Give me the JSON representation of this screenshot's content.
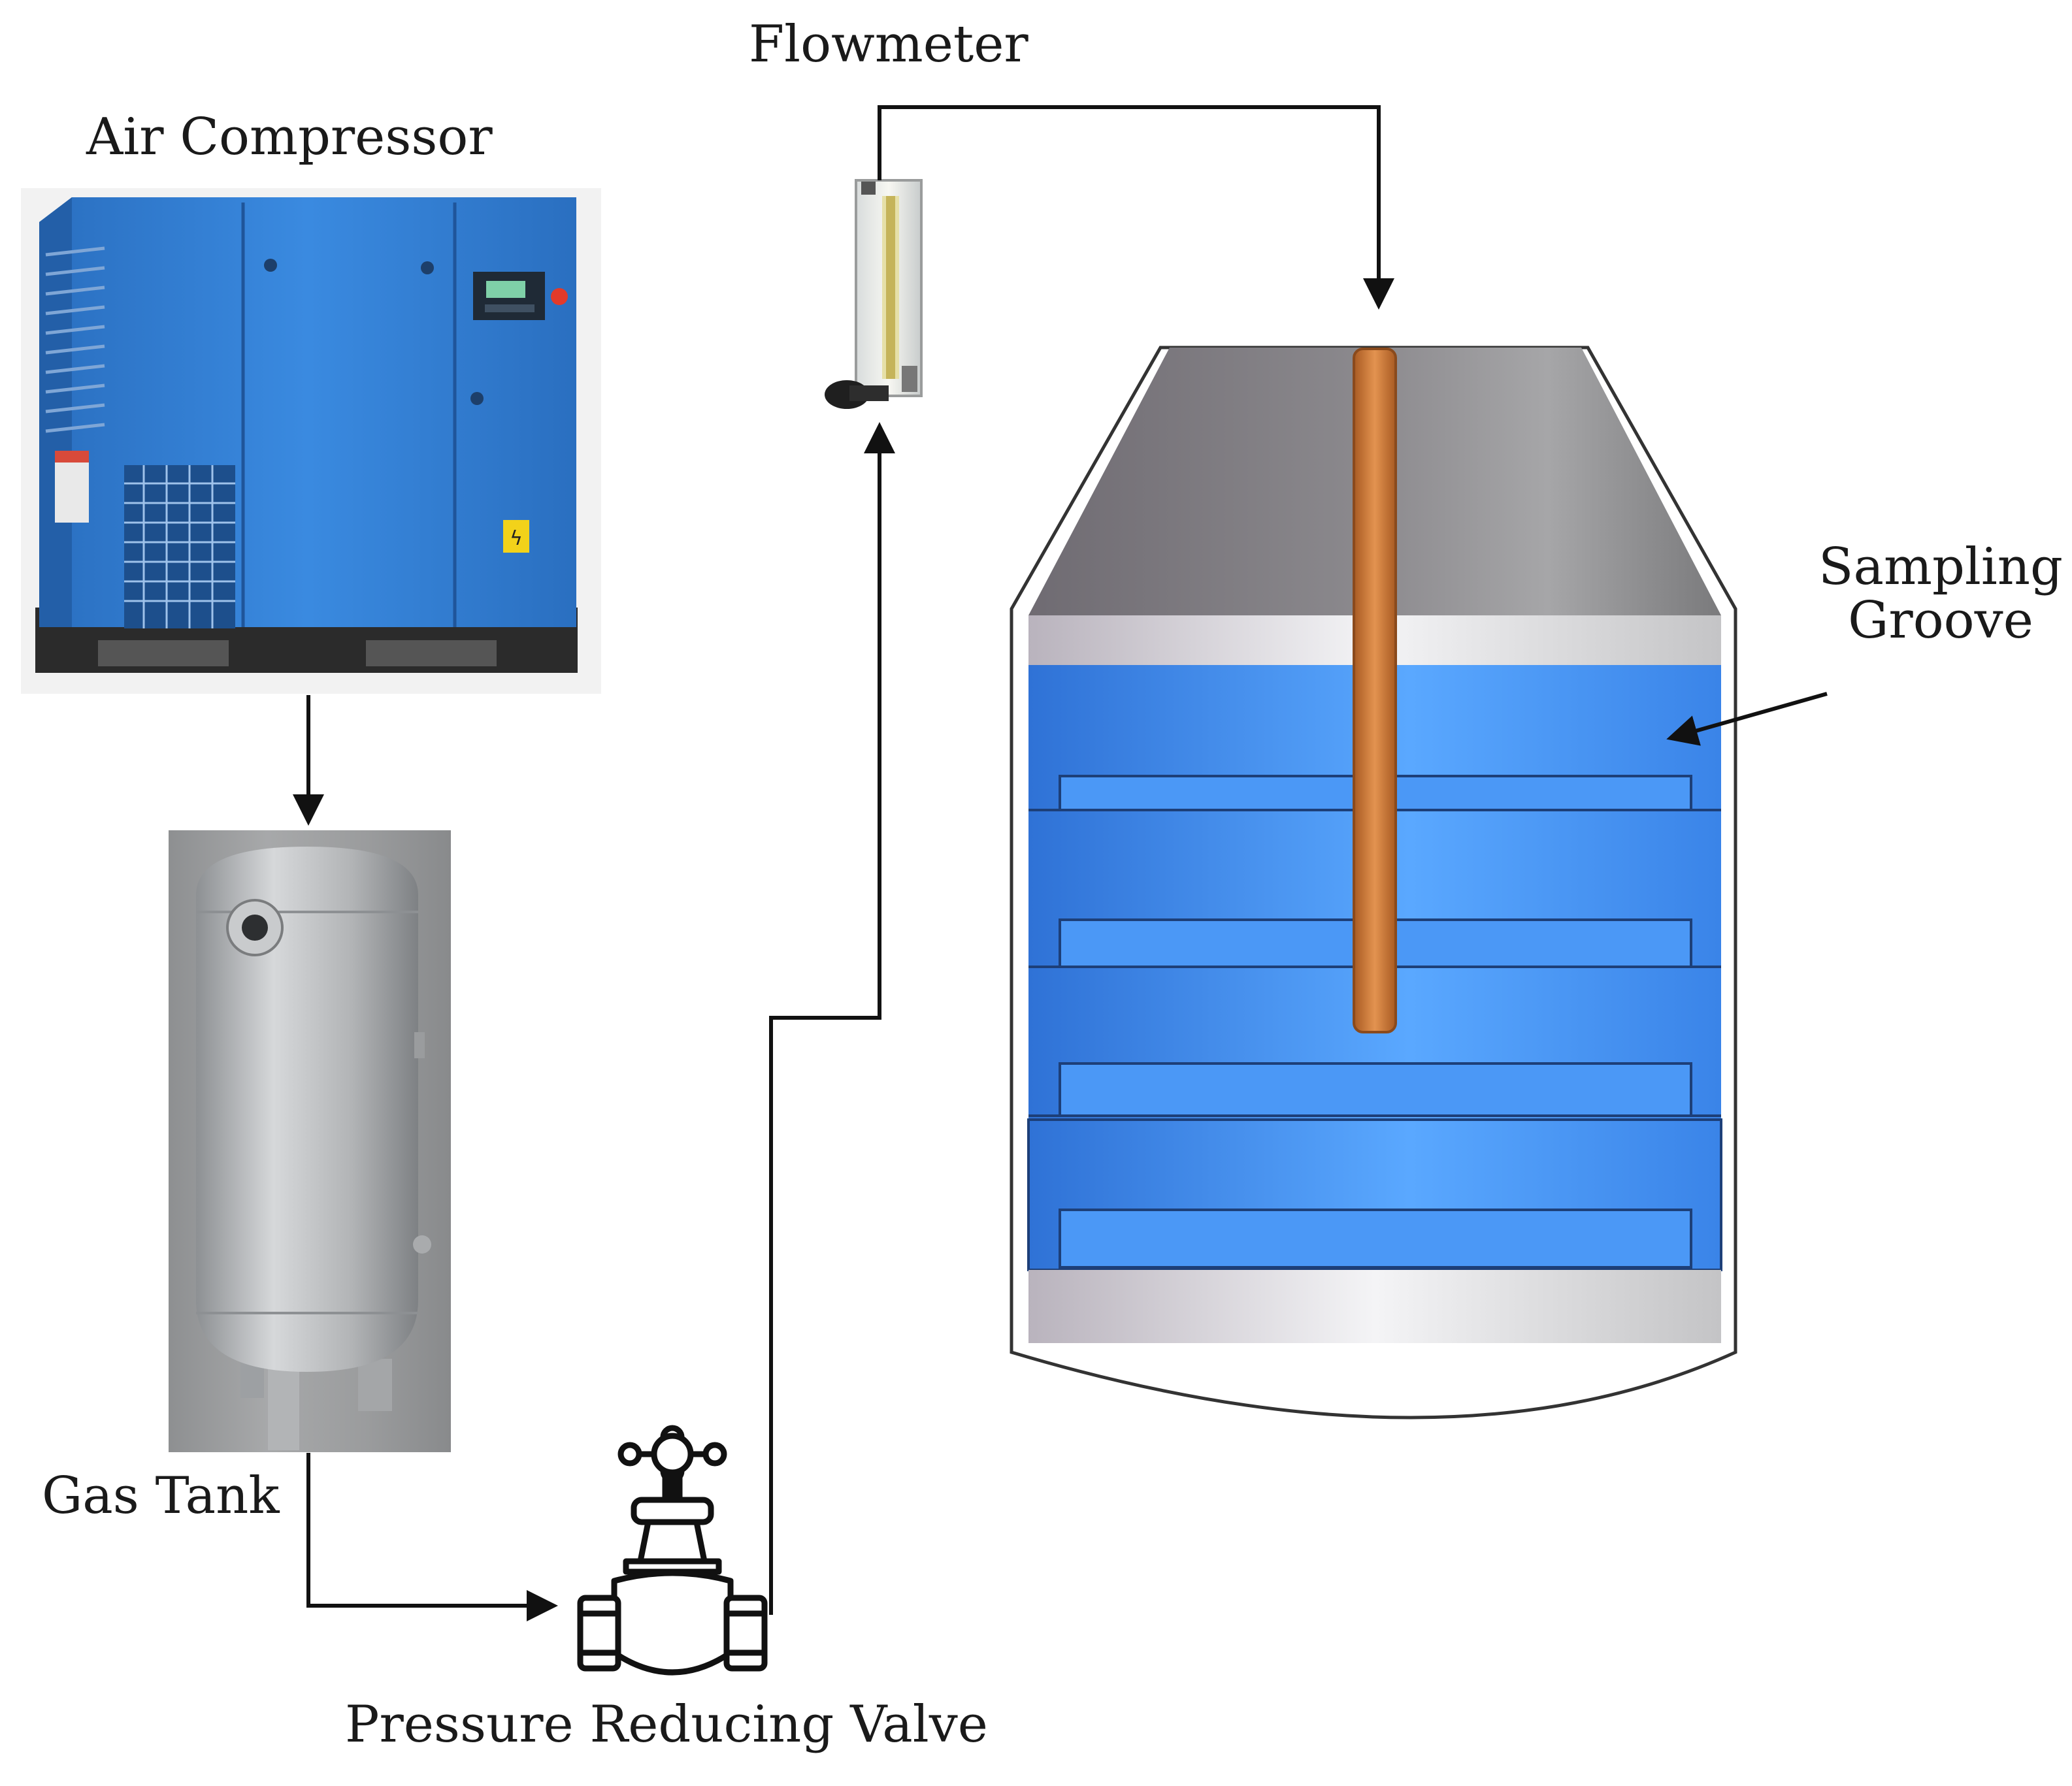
{
  "labels": {
    "flowmeter": "Flowmeter",
    "air_compressor": "Air Compressor",
    "gas_tank": "Gas Tank",
    "pressure_reducing_valve": "Pressure Reducing Valve",
    "sampling_groove_line1": "Sampling",
    "sampling_groove_line2": "Groove"
  },
  "colors": {
    "compressor_blue": "#2f7fd0",
    "groove_blue": "#3f8ff0",
    "tank_grey": "#b9bbbd",
    "cone_grey": "#8a8a8c",
    "pipe_copper": "#c9783a",
    "line": "#111111"
  },
  "icons": [
    "air-compressor-icon",
    "gas-tank-icon",
    "pressure-reducing-valve-icon",
    "flowmeter-icon",
    "sampling-groove-vessel"
  ]
}
